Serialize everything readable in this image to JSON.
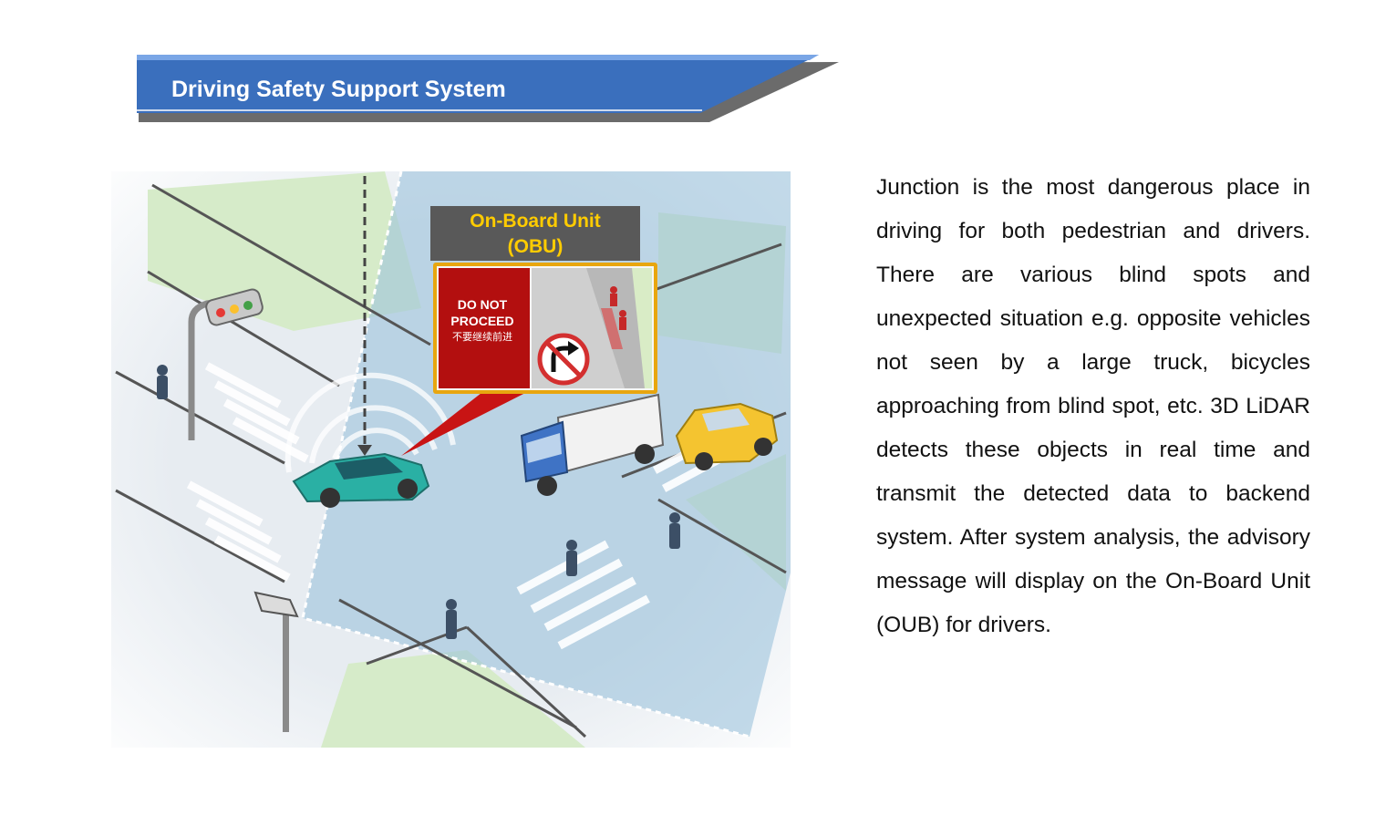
{
  "header": {
    "title": "Driving Safety Support System"
  },
  "obu": {
    "label_line1": "On-Board Unit",
    "label_line2": "(OBU)",
    "warning_line1": "DO NOT",
    "warning_line2": "PROCEED",
    "warning_chinese": "不要继续前进",
    "sign_icon": "no-right-turn-icon"
  },
  "description": "Junction is the most dangerous place in driving for both pedestrian and drivers. There are various blind spots and unexpected situation e.g. opposite vehicles not seen by a large truck, bicycles approaching from blind spot, etc. 3D LiDAR detects these objects in real time and transmit the detected data to backend system. After system analysis, the advisory message will display on the On-Board Unit (OUB) for drivers.",
  "colors": {
    "banner_blue": "#3a6fbd",
    "banner_shadow": "#6b6b6b",
    "obu_label_bg": "#595959",
    "obu_label_text": "#ffcc00",
    "warning_red": "#b30f0f",
    "detection_zone": "#9cc3dc"
  }
}
